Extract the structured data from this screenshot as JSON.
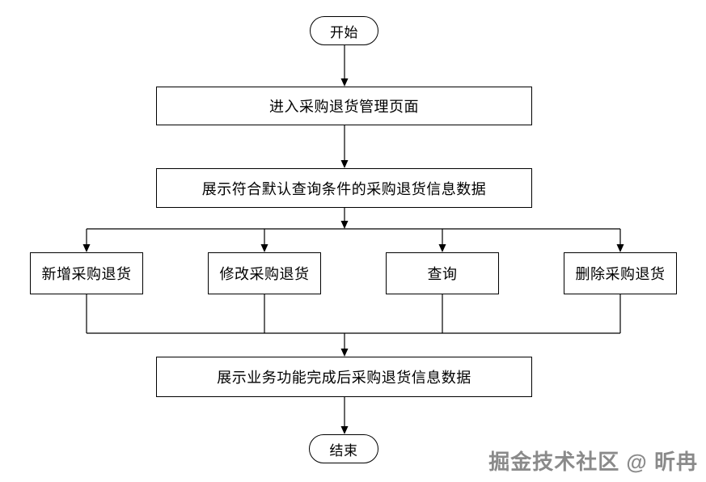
{
  "diagram": {
    "type": "flowchart",
    "nodes": {
      "start": {
        "label": "开始",
        "shape": "terminator"
      },
      "enter_page": {
        "label": "进入采购退货管理页面",
        "shape": "process"
      },
      "show_default": {
        "label": "展示符合默认查询条件的采购退货信息数据",
        "shape": "process"
      },
      "add": {
        "label": "新增采购退货",
        "shape": "process"
      },
      "modify": {
        "label": "修改采购退货",
        "shape": "process"
      },
      "query": {
        "label": "查询",
        "shape": "process"
      },
      "delete": {
        "label": "删除采购退货",
        "shape": "process"
      },
      "show_result": {
        "label": "展示业务功能完成后采购退货信息数据",
        "shape": "process"
      },
      "end": {
        "label": "结束",
        "shape": "terminator"
      }
    },
    "edges": [
      {
        "from": "start",
        "to": "enter_page"
      },
      {
        "from": "enter_page",
        "to": "show_default"
      },
      {
        "from": "show_default",
        "to": "add"
      },
      {
        "from": "show_default",
        "to": "modify"
      },
      {
        "from": "show_default",
        "to": "query"
      },
      {
        "from": "show_default",
        "to": "delete"
      },
      {
        "from": "add",
        "to": "show_result"
      },
      {
        "from": "modify",
        "to": "show_result"
      },
      {
        "from": "query",
        "to": "show_result"
      },
      {
        "from": "delete",
        "to": "show_result"
      },
      {
        "from": "show_result",
        "to": "end"
      }
    ],
    "colors": {
      "line": "#000000",
      "node_fill": "#ffffff",
      "node_border": "#000000",
      "background": "#ffffff",
      "watermark_text": "#8a8a8a",
      "watermark_shadow": "#ffffff"
    }
  },
  "watermark": {
    "text": "掘金技术社区 @ 昕冉"
  }
}
